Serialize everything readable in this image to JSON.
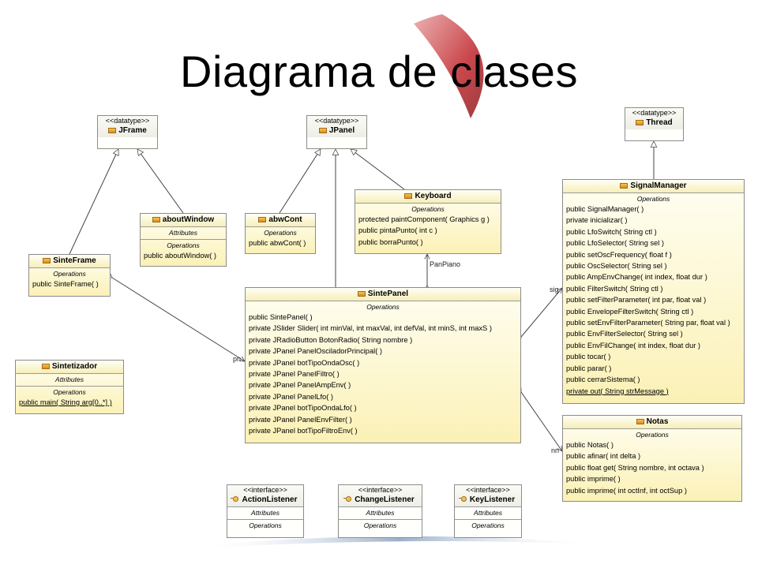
{
  "slide": {
    "title": "Diagrama de clases"
  },
  "classes": {
    "jframe": {
      "stereotype": "<<datatype>>",
      "name": "JFrame"
    },
    "jpanel": {
      "stereotype": "<<datatype>>",
      "name": "JPanel"
    },
    "thread": {
      "stereotype": "<<datatype>>",
      "name": "Thread"
    },
    "aboutwindow": {
      "name": "aboutWindow",
      "attributes_label": "Attributes",
      "operations_label": "Operations",
      "operations": [
        "public aboutWindow( )"
      ]
    },
    "abwcont": {
      "name": "abwCont",
      "operations_label": "Operations",
      "operations": [
        "public abwCont( )"
      ]
    },
    "keyboard": {
      "name": "Keyboard",
      "operations_label": "Operations",
      "operations": [
        "protected paintComponent( Graphics g )",
        "public pintaPunto( int c )",
        "public borraPunto( )"
      ]
    },
    "sinteframe": {
      "name": "SinteFrame",
      "operations_label": "Operations",
      "operations": [
        "public SinteFrame( )"
      ]
    },
    "sintetizador": {
      "name": "Sintetizador",
      "attributes_label": "Attributes",
      "operations_label": "Operations",
      "operations": [
        "public main( String arg[0..*] )"
      ]
    },
    "sintepanel": {
      "name": "SintePanel",
      "operations_label": "Operations",
      "operations": [
        "public SintePanel( )",
        "private JSlider  Slider( int minVal, int maxVal, int defVal, int minS, int maxS )",
        "private JRadioButton  BotonRadio( String nombre )",
        "private JPanel  PanelOsciladorPrincipal( )",
        "private JPanel  botTipoOndaOsc( )",
        "private JPanel  PanelFiltro( )",
        "private JPanel  PanelAmpEnv( )",
        "private JPanel  PanelLfo( )",
        "private JPanel  botTipoOndaLfo( )",
        "private JPanel  PanelEnvFilter( )",
        "private JPanel  botTipoFiltroEnv( )"
      ]
    },
    "signalmanager": {
      "name": "SignalManager",
      "operations_label": "Operations",
      "operations": [
        "public SignalManager( )",
        "private inicializar( )",
        "public LfoSwitch( String ctl )",
        "public LfoSelector( String sel )",
        "public setOscFrequency( float f )",
        "public OscSelector( String sel )",
        "public AmpEnvChange( int index, float dur )",
        "public FilterSwitch( String ctl )",
        "public setFilterParameter( int par, float val )",
        "public EnvelopeFilterSwitch( String ctl )",
        "public setEnvFilterParameter( String par, float val )",
        "public EnvFilterSelector( String sel )",
        "public EnvFilChange( int index, float dur )",
        "public tocar( )",
        "public parar( )",
        "public cerrarSistema( )"
      ],
      "underlined_operation": "private out( String strMessage )"
    },
    "notas": {
      "name": "Notas",
      "operations_label": "Operations",
      "operations": [
        "public Notas( )",
        "public afinar( int delta )",
        "public float  get( String nombre, int octava )",
        "public imprime( )",
        "public imprime( int octInf, int octSup )"
      ]
    },
    "actionlistener": {
      "stereotype": "<<interface>>",
      "name": "ActionListener",
      "attributes_label": "Attributes",
      "operations_label": "Operations"
    },
    "changelistener": {
      "stereotype": "<<interface>>",
      "name": "ChangeListener",
      "attributes_label": "Attributes",
      "operations_label": "Operations"
    },
    "keylistener": {
      "stereotype": "<<interface>>",
      "name": "KeyListener",
      "attributes_label": "Attributes",
      "operations_label": "Operations"
    }
  },
  "association_labels": {
    "panpiano": "PanPiano",
    "sig": "sig",
    "pn": "pn",
    "nm": "nn"
  },
  "colors": {
    "accent_red": "#c0272d",
    "class_fill": "#fbf1b6",
    "border": "#8c8c8c"
  }
}
